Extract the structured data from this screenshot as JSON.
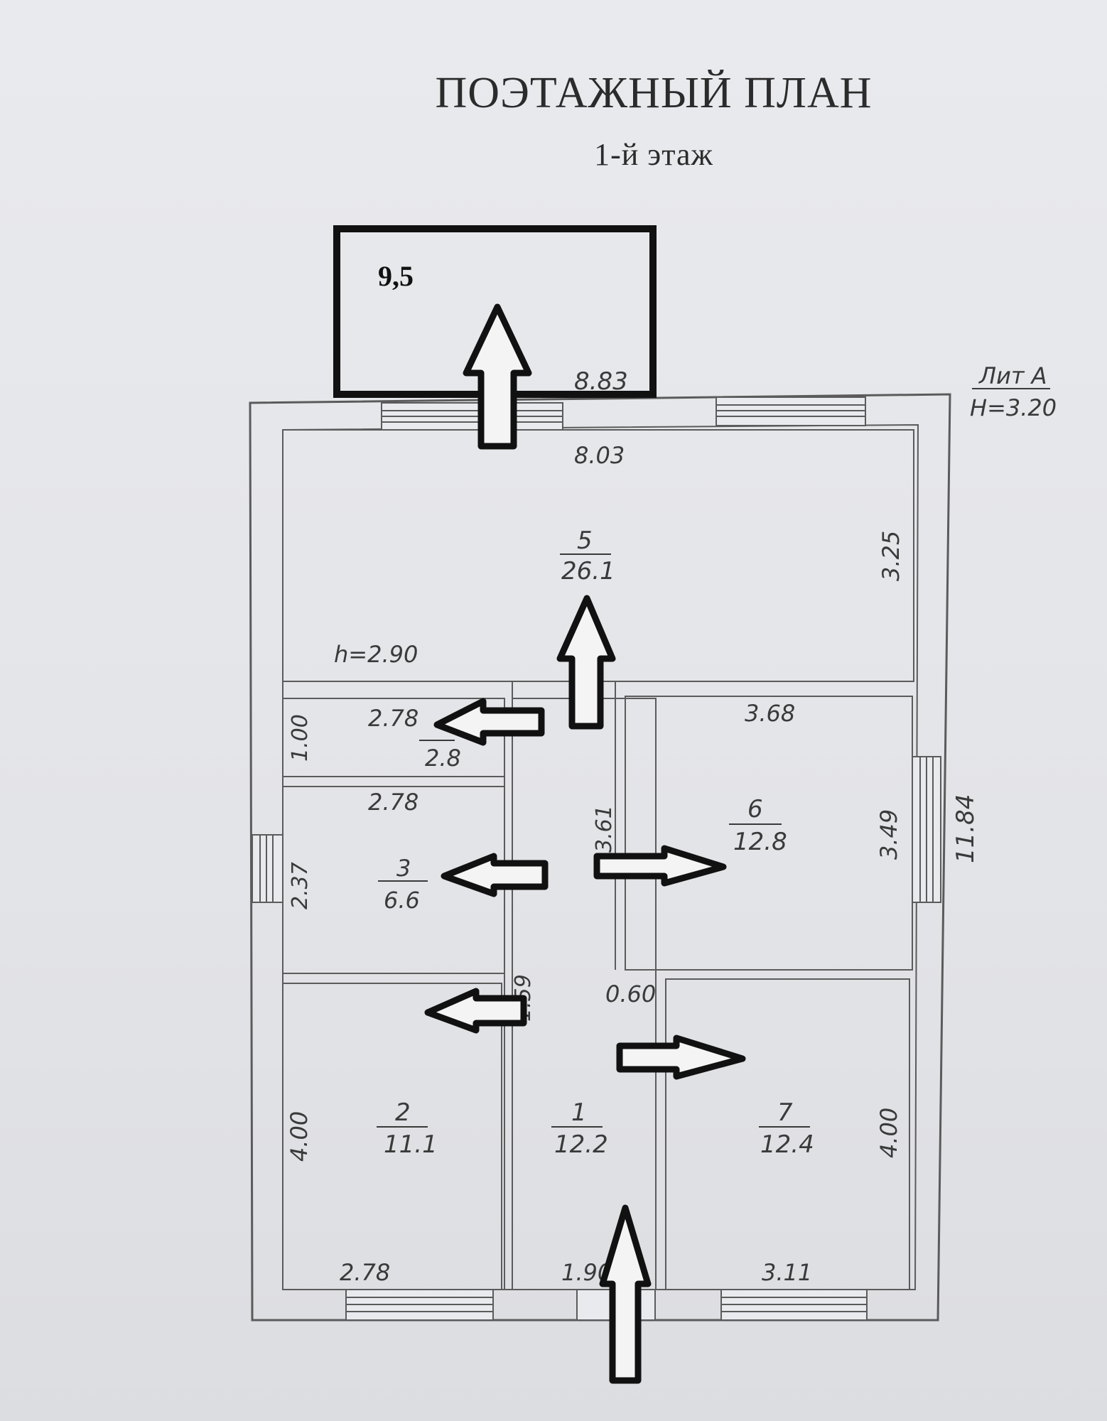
{
  "header": {
    "title": "ПОЭТАЖНЫЙ ПЛАН",
    "subtitle": "1-й этаж"
  },
  "plan": {
    "lit_label": "Лит А",
    "height_label": "H=3.20",
    "ceiling_height": "h=2.90",
    "annex_area": "9,5",
    "overall_width": "8.83",
    "overall_length": "11.84",
    "rooms": [
      {
        "number": "1",
        "area": "12.2"
      },
      {
        "number": "2",
        "area": "11.1"
      },
      {
        "number": "3",
        "area": "6.6"
      },
      {
        "number": "",
        "area": "2.8"
      },
      {
        "number": "5",
        "area": "26.1"
      },
      {
        "number": "6",
        "area": "12.8"
      },
      {
        "number": "7",
        "area": "12.4"
      }
    ],
    "dimensions": {
      "room5_width": "8.03",
      "room5_depth": "3.25",
      "room4_width": "2.78",
      "room4_depth": "1.00",
      "room3_width": "2.78",
      "room3_depth": "2.37",
      "room6_width": "3.68",
      "room6_depth": "3.49",
      "corridor_upper": "3.61",
      "corridor_lower": "1.59",
      "door_gap": "0.60",
      "room2_depth": "4.00",
      "room2_width": "2.78",
      "room1_width": "1.90",
      "room7_width": "3.11",
      "room7_depth": "4.00"
    }
  }
}
